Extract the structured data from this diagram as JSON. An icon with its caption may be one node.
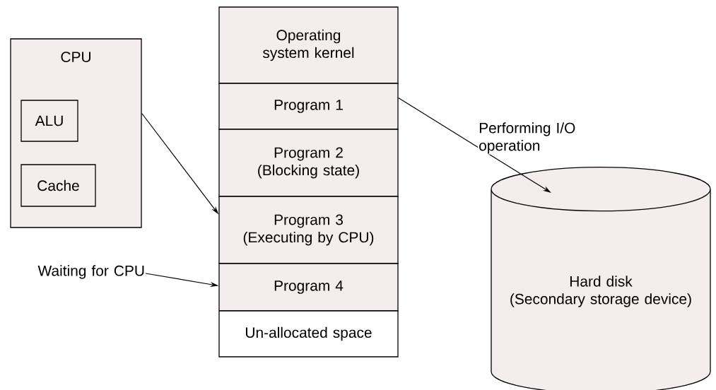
{
  "diagram": {
    "nodes": [
      {
        "text": [
          "CPU"
        ]
      },
      {
        "text": [
          "ALU"
        ],
        "in": 0
      },
      {
        "text": [
          "Cache"
        ],
        "in": 0
      },
      {
        "text": [
          "Operating system kernel"
        ]
      },
      {
        "text": [
          "Program 1"
        ]
      },
      {
        "text": [
          "Program 2",
          "(Blocking state)"
        ]
      },
      {
        "text": [
          "Program 3",
          "(Executing by CPU)"
        ]
      },
      {
        "text": [
          "Program 4"
        ]
      },
      {
        "text": [
          "Un-allocated space"
        ]
      },
      {
        "text": [
          "Waiting for CPU"
        ]
      },
      {
        "text": [
          "Hard disk",
          "(Secondary storage device)"
        ]
      }
    ],
    "edges": [
      {
        "from": 0,
        "to": 6,
        "arrow": "to"
      },
      {
        "from": 9,
        "to": 7,
        "arrow": "to"
      },
      {
        "from": 4,
        "to": 10,
        "arrow": "to",
        "label": "Performing I/O operation"
      }
    ]
  }
}
